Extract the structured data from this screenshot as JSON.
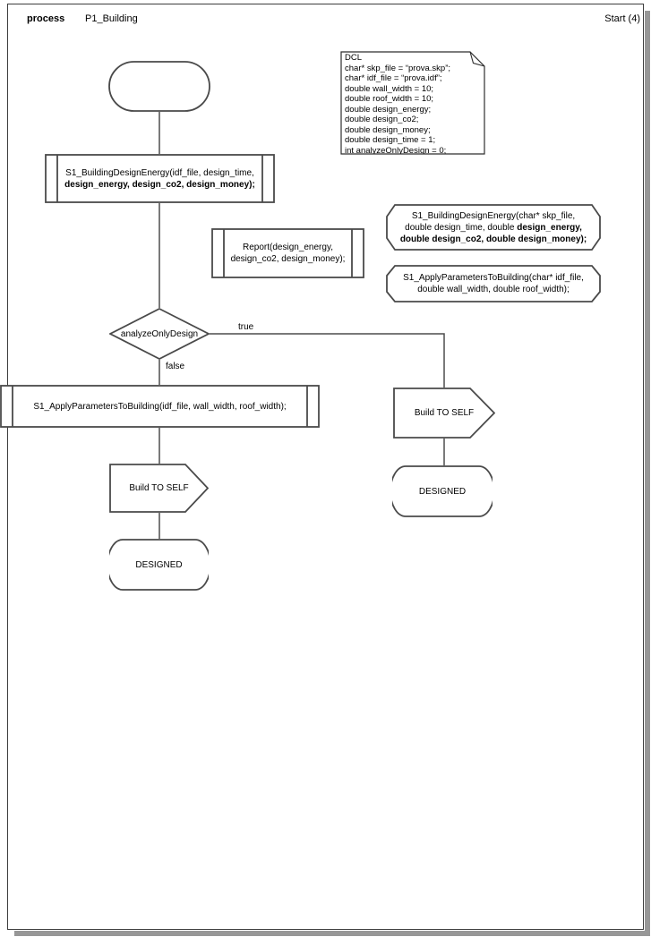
{
  "header": {
    "kind_label": "process",
    "process_name": "P1_Building",
    "page_label": "Start (4)"
  },
  "colors": {
    "background": "#ffffff",
    "shape_line": "#4a4a4a",
    "frame_line": "#3d3d3d",
    "shadow": "#979797",
    "text": "#000000"
  },
  "dcl_note": {
    "lines": [
      "DCL",
      "char* skp_file = “prova.skp”;",
      "char* idf_file = “prova.idf”;",
      "double wall_width = 10;",
      "double roof_width = 10;",
      "double design_energy;",
      "double design_co2;",
      "double design_money;",
      "double design_time = 1;",
      "int analyzeOnlyDesign = 0;"
    ]
  },
  "nodes": {
    "start": {
      "label": ""
    },
    "call_design_energy": {
      "lines": [
        [
          {
            "t": "S1_BuildingDesignEnergy(idf_file, design_time,",
            "b": false
          }
        ],
        [
          {
            "t": "design_energy, design_co2, design_money);",
            "b": true
          }
        ]
      ]
    },
    "call_report": {
      "lines": [
        [
          {
            "t": "Report(design_energy,",
            "b": false
          }
        ],
        [
          {
            "t": "design_co2, design_money);",
            "b": false
          }
        ]
      ]
    },
    "decl_design_energy": {
      "lines": [
        [
          {
            "t": "S1_BuildingDesignEnergy(char* skp_file,",
            "b": false
          }
        ],
        [
          {
            "t": "double design_time, double ",
            "b": false
          },
          {
            "t": "design_energy,",
            "b": true
          }
        ],
        [
          {
            "t": "double design_co2, double design_money);",
            "b": true
          }
        ]
      ]
    },
    "decl_apply_parameters": {
      "lines": [
        [
          {
            "t": "S1_ApplyParametersToBuilding(char* idf_file,",
            "b": false
          }
        ],
        [
          {
            "t": "double wall_width, double roof_width);",
            "b": false
          }
        ]
      ]
    },
    "decision": {
      "label": "analyzeOnlyDesign",
      "true_label": "true",
      "false_label": "false"
    },
    "call_apply_parameters": {
      "lines": [
        [
          {
            "t": "S1_ApplyParametersToBuilding(idf_file, wall_width, roof_width);",
            "b": false
          }
        ]
      ]
    },
    "output_left": {
      "label": "Build TO SELF"
    },
    "state_left": {
      "label": "DESIGNED"
    },
    "output_right": {
      "label": "Build TO SELF"
    },
    "state_right": {
      "label": "DESIGNED"
    }
  }
}
